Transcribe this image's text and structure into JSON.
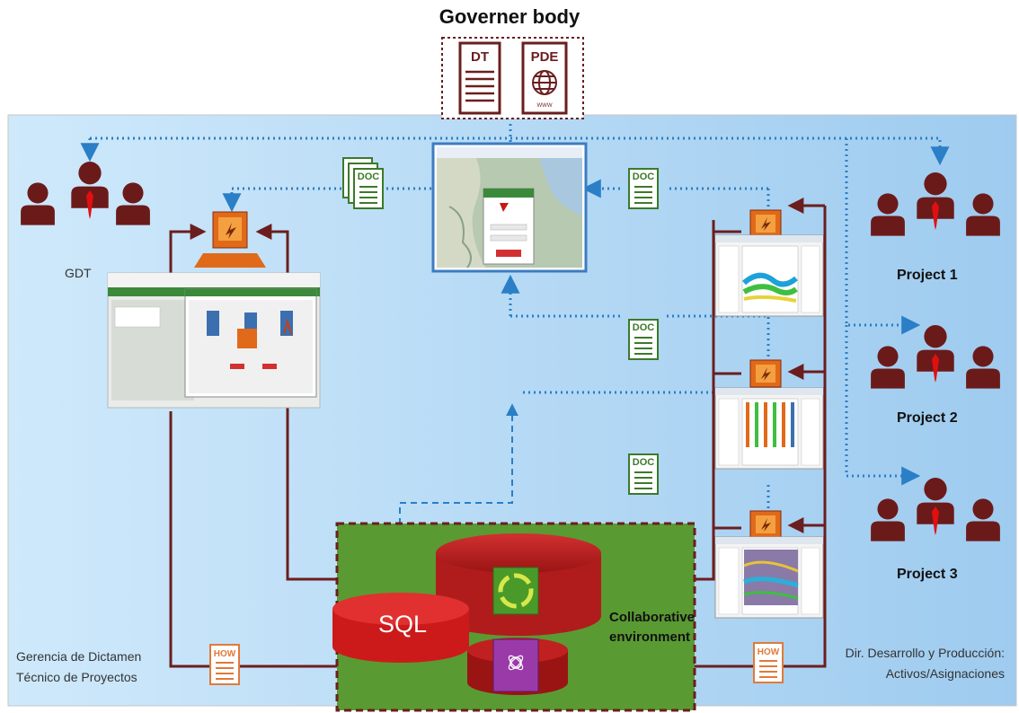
{
  "title": "Governer body",
  "governor_docs": [
    "DT",
    "PDE"
  ],
  "governor_doc_caption": "WWW",
  "gdt_label": "GDT",
  "projects": [
    "Project 1",
    "Project 2",
    "Project 3"
  ],
  "doc_label": "DOC",
  "how_label": "HOW",
  "sql_label": "SQL",
  "collab_label": [
    "Collaborative",
    "environment"
  ],
  "left_caption": [
    "Gerencia de Dictamen",
    "Técnico de Proyectos"
  ],
  "right_caption": [
    "Dir. Desarrollo y Producción:",
    "Activos/Asignaciones"
  ],
  "colors": {
    "panel_light": "#cfe9fb",
    "panel_dark": "#a9d2f2",
    "flow_line": "#6b1e1e",
    "people": "#6b1a1a",
    "tie": "#e01010",
    "dotted_arrow": "#2a7fc6",
    "collab_green": "#5a9a33",
    "collab_border": "#6b1e1e",
    "db_red": "#b01c1c",
    "sql_red": "#cc1a1a",
    "doc_green": "#3b7a2a",
    "how_orange": "#e07a3a",
    "app_orange": "#e06a1a"
  }
}
